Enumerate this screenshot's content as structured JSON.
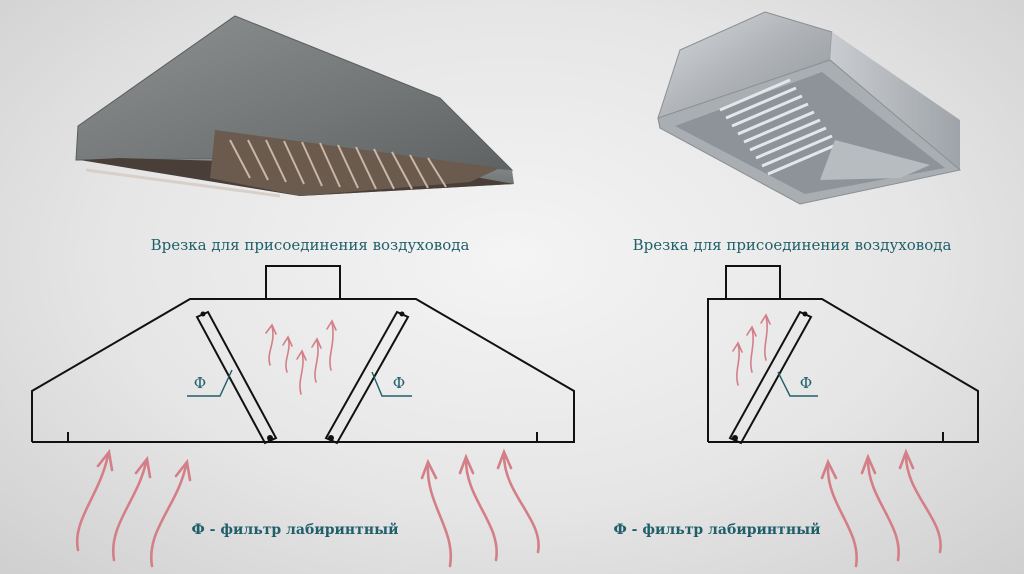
{
  "left_unit": {
    "connection_label": "Врезка для присоединения воздуховода",
    "filter_symbol_1": "Ф",
    "filter_symbol_2": "Ф",
    "legend": "Ф - фильтр лабиринтный"
  },
  "right_unit": {
    "connection_label": "Врезка для присоединения воздуховода",
    "filter_symbol": "Ф",
    "legend": "Ф - фильтр лабиринтный"
  },
  "colors": {
    "text": "#1f5f6a",
    "airflow_arrows": "#d47f88",
    "outline": "#111111",
    "steel_dark": "#7d7f80",
    "steel_light": "#b9bdbf"
  }
}
